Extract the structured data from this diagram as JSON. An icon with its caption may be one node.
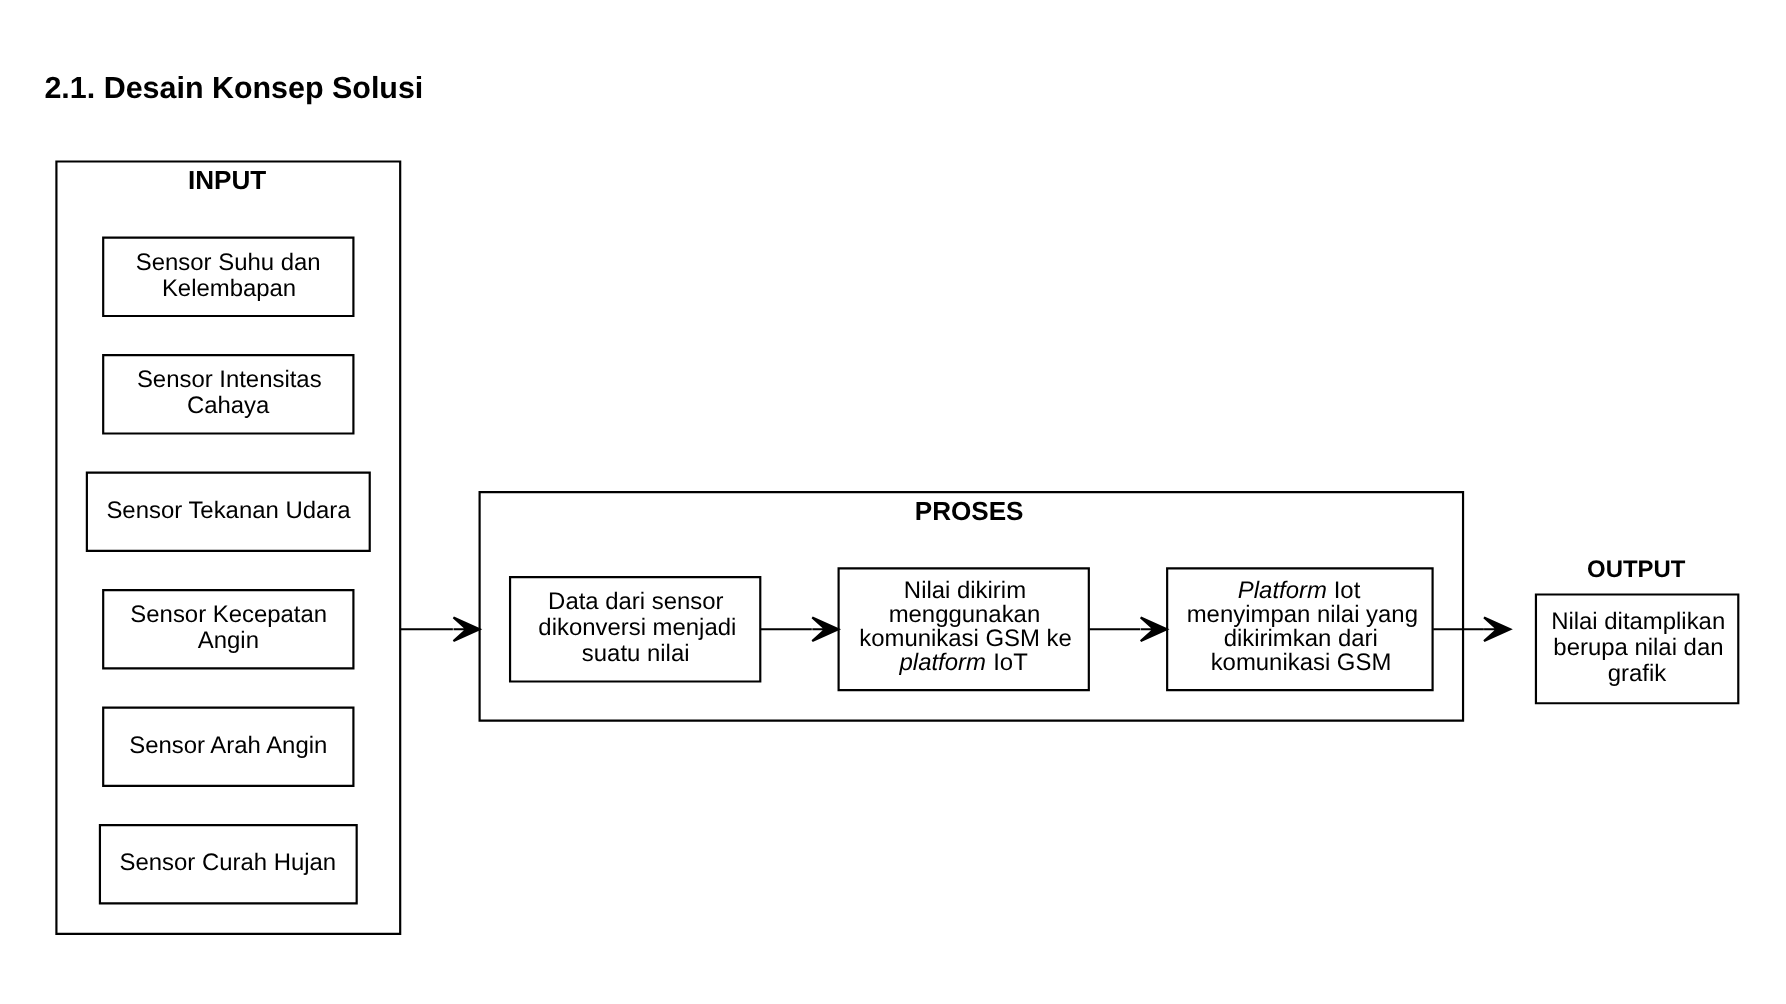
{
  "diagram": {
    "nodes": [
      {
        "text": [
          "INPUT"
        ]
      },
      {
        "text": [
          "Sensor Suhu dan Kelembapan"
        ],
        "in": 0
      },
      {
        "text": [
          "Sensor Intensitas Cahaya"
        ],
        "in": 0
      },
      {
        "text": [
          "Sensor Tekanan Udara"
        ],
        "in": 0
      },
      {
        "text": [
          "Sensor Kecepatan Angin"
        ],
        "in": 0
      },
      {
        "text": [
          "Sensor Arah Angin"
        ],
        "in": 0
      },
      {
        "text": [
          "Sensor Curah Hujan"
        ],
        "in": 0
      },
      {
        "text": [
          "PROSES"
        ]
      },
      {
        "text": [
          "Data dari sensor dikonversi menjadi suatu nilai"
        ],
        "in": 7
      },
      {
        "text": [
          "Nilai dikirim menggunakan komunikasi GSM ke *platform* IoT"
        ],
        "in": 7
      },
      {
        "text": [
          "*Platform* Iot menyimpan nilai yang dikirimkan dari komunikasi GSM"
        ],
        "in": 7
      },
      {
        "text": [
          "OUTPUT",
          "Nilai ditamplikan berupa nilai dan grafik"
        ]
      }
    ],
    "edges": [
      {
        "from": 0,
        "to": 7,
        "arrow": "to"
      },
      {
        "from": 8,
        "to": 9,
        "arrow": "to"
      },
      {
        "from": 9,
        "to": 10,
        "arrow": "to"
      },
      {
        "from": 10,
        "to": 11,
        "arrow": "to"
      }
    ],
    "labels": [
      "2.1. Desain Konsep Solusi"
    ]
  }
}
